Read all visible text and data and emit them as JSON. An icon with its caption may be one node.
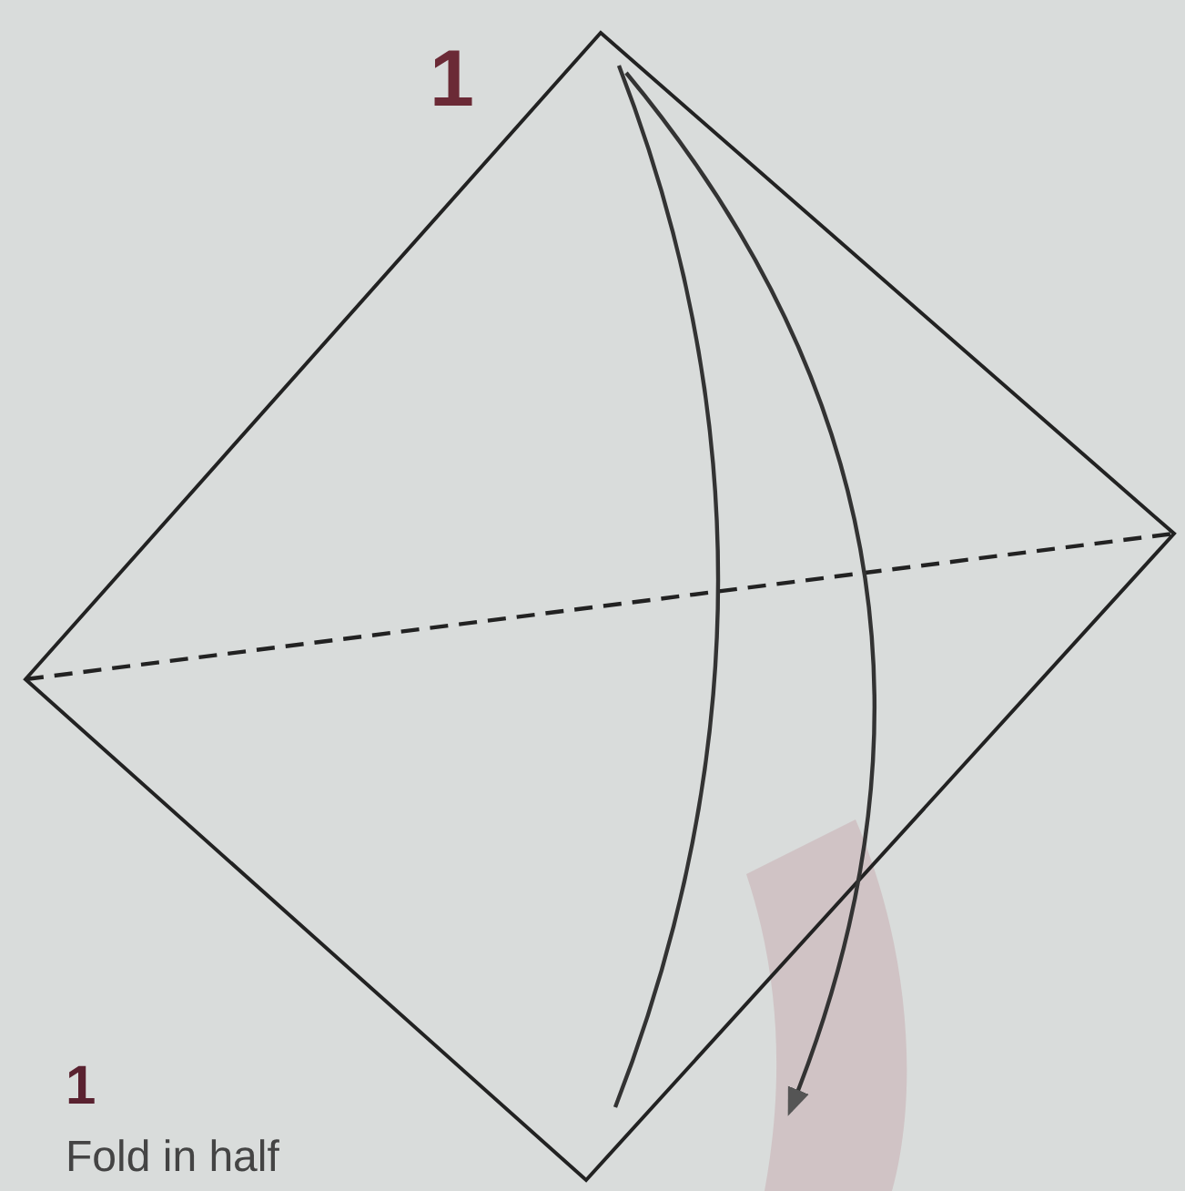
{
  "diagram": {
    "labels": [
      "1",
      "1",
      "Fold in half"
    ]
  }
}
